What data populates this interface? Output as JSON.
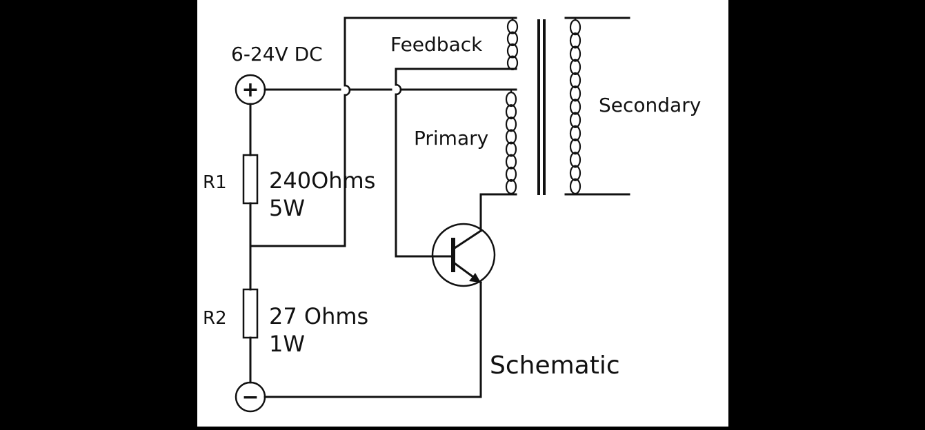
{
  "diagram": {
    "caption": "Schematic",
    "supply": {
      "label": "6-24V DC",
      "positive_symbol": "+",
      "negative_symbol": "−"
    },
    "resistors": [
      {
        "ref": "R1",
        "value": "240Ohms",
        "power": "5W"
      },
      {
        "ref": "R2",
        "value": "27 Ohms",
        "power": "1W"
      }
    ],
    "transformer": {
      "feedback_label": "Feedback",
      "primary_label": "Primary",
      "secondary_label": "Secondary"
    },
    "colors": {
      "background": "#000000",
      "panel": "#ffffff",
      "ink": "#111111"
    }
  }
}
